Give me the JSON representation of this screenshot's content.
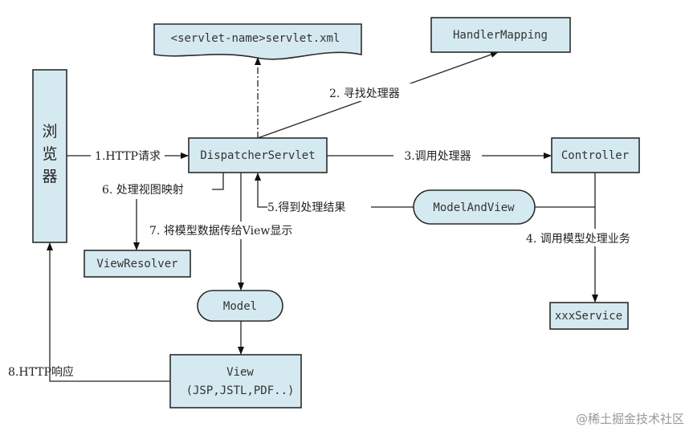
{
  "colors": {
    "node_fill": "#d5eaf0",
    "stroke": "#2b2b2b"
  },
  "nodes": {
    "browser": [
      "浏",
      "览",
      "器"
    ],
    "servlet_xml": "<servlet-name>servlet.xml",
    "handler_mapping": "HandlerMapping",
    "dispatcher": "DispatcherServlet",
    "controller": "Controller",
    "model_and_view": "ModelAndView",
    "view_resolver": "ViewResolver",
    "model": "Model",
    "view": [
      "View",
      "(JSP,JSTL,PDF..)"
    ],
    "service": "xxxService"
  },
  "edges": {
    "step1": "1.HTTP请求",
    "step2": "2. 寻找处理器",
    "step3": "3.调用处理器",
    "step4": "4. 调用模型处理业务",
    "step5": "5.得到处理结果",
    "step6": "6. 处理视图映射",
    "step7": "7. 将模型数据传给View显示",
    "step8": "8.HTTP响应"
  },
  "watermark": "@稀土掘金技术社区"
}
